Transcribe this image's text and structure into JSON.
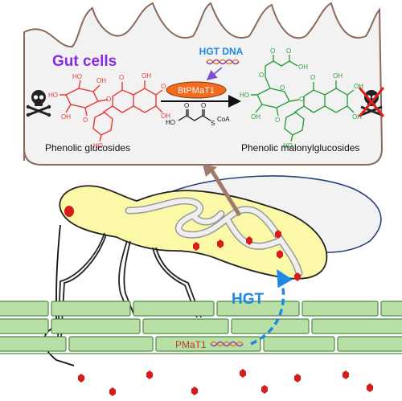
{
  "panel": {
    "title": "Gut cells",
    "hgt_dna_label": "HGT DNA",
    "enzyme_label": "BtPMaT1",
    "cofactor_label": "CoA",
    "substrate_caption": "Phenolic glucosides",
    "product_caption": "Phenolic malonylglucosides",
    "glucoside_atoms": [
      "HO",
      "HO",
      "OH",
      "OH",
      "O",
      "O",
      "OH",
      "O",
      "OH",
      "HO",
      "O"
    ],
    "malonyl_atoms": [
      "O",
      "O",
      "OH",
      "O",
      "HO",
      "O",
      "OH",
      "O",
      "OH",
      "HO",
      "OH",
      "O",
      "OH",
      "O"
    ],
    "malonyl_coa_atoms": [
      "O",
      "O",
      "HO",
      "S"
    ]
  },
  "scene": {
    "hgt_label": "HGT",
    "gene_label": "PMaT1"
  },
  "colors": {
    "title": "#8a2be2",
    "hgt": "#1e88e5",
    "substrate": "#e53935",
    "product": "#2e9e3e",
    "enzyme_fill": "#f46a1f",
    "insect_body": "#fbf8a8",
    "leaf_cells": "#b8e0a6",
    "metabolite": "#d81b1b",
    "panel_fill": "#f2f2f2",
    "panel_stroke": "#8a6a5a"
  }
}
